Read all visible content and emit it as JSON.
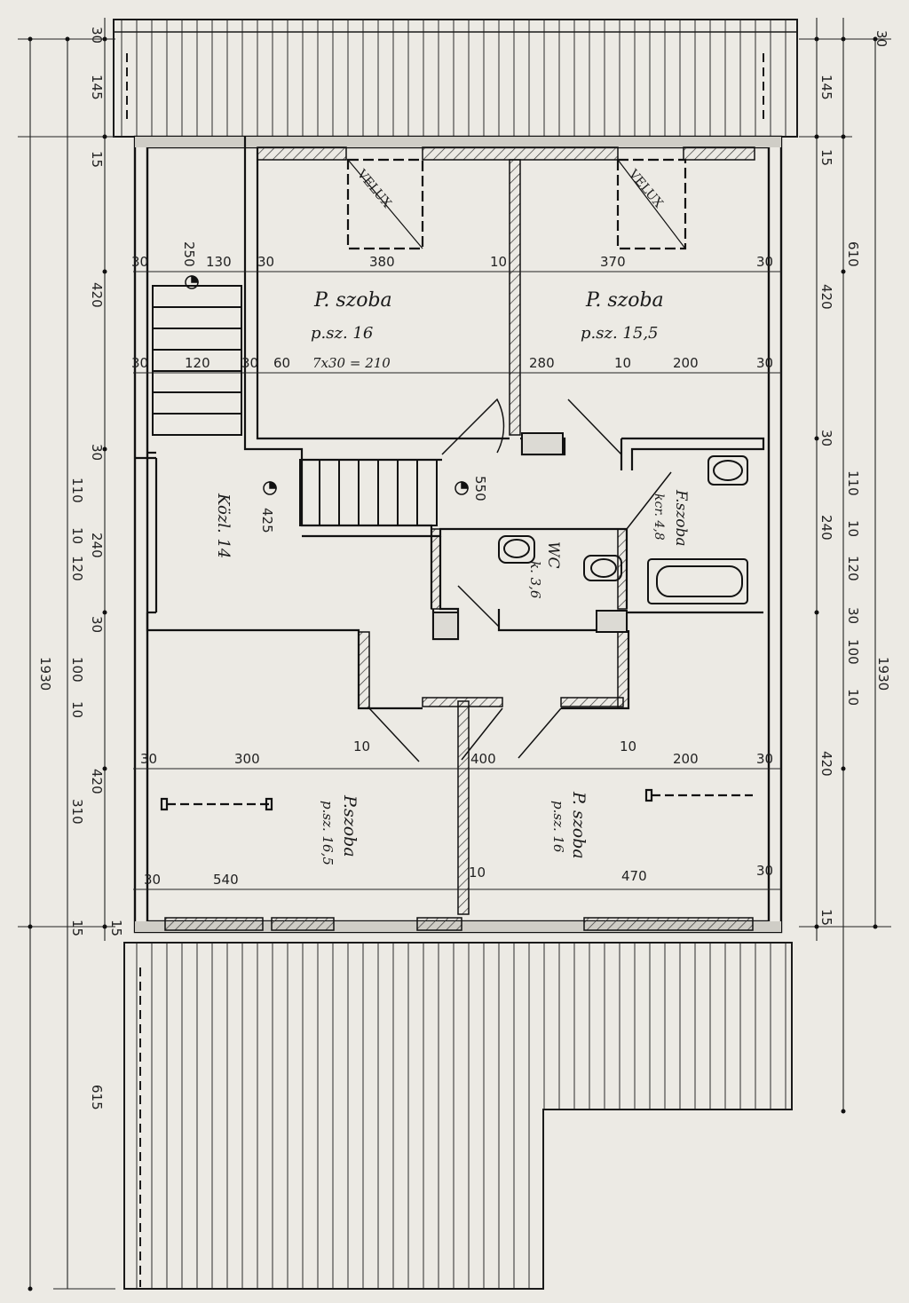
{
  "rooms": {
    "nw_name": "P. szoba",
    "nw_area": "p.sz.  16",
    "ne_name": "P. szoba",
    "ne_area": "p.sz.  15,5",
    "hall": "Közl. 14",
    "bath_name": "F.szoba",
    "bath_area": "kcr. 4,8",
    "wc_name": "WC",
    "wc_area": "k. 3,6",
    "sw_name": "P.szoba",
    "sw_area": "p.sz. 16,5",
    "se_name": "P. szoba",
    "se_area": "p.sz. 16"
  },
  "velux": {
    "left": "VELUX",
    "right": "VELUX"
  },
  "stairs_note": "7x30 = 210",
  "levels": {
    "top_stair": "250",
    "upper_hall": "550",
    "hall": "425"
  },
  "dims_left": {
    "d30a": "30",
    "d145": "145",
    "d15a": "15",
    "d420a": "420",
    "d30b": "30",
    "d110": "110",
    "d10a": "10",
    "d240": "240",
    "d120": "120",
    "d30c": "30",
    "d100": "100",
    "d10b": "10",
    "d1930": "1930",
    "d420b": "420",
    "d310": "310",
    "d15b": "15",
    "d15c": "15",
    "d615": "615"
  },
  "dims_right": {
    "d30a": "30",
    "d145": "145",
    "d15a": "15",
    "d610": "610",
    "d420a": "420",
    "d30b": "30",
    "d110": "110",
    "d240": "240",
    "d10a": "10",
    "d120": "120",
    "d30c": "30",
    "d100": "100",
    "d10b": "10",
    "d1930": "1930",
    "d420b": "420",
    "d15b": "15"
  },
  "dims_inner": {
    "t30a": "30",
    "t130": "130",
    "t30b": "30",
    "t380": "380",
    "t10": "10",
    "t370": "370",
    "t30c": "30",
    "m30a": "30",
    "m120": "120",
    "m30b": "30",
    "m60": "60",
    "m280": "280",
    "m10": "10",
    "m200": "200",
    "m30c": "30",
    "s30a": "30",
    "s300": "300",
    "s10a": "10",
    "s400": "400",
    "s10b": "10",
    "s200": "200",
    "s30b": "30",
    "b30a": "30",
    "b540": "540",
    "b10": "10",
    "b470": "470",
    "b30b": "30"
  }
}
